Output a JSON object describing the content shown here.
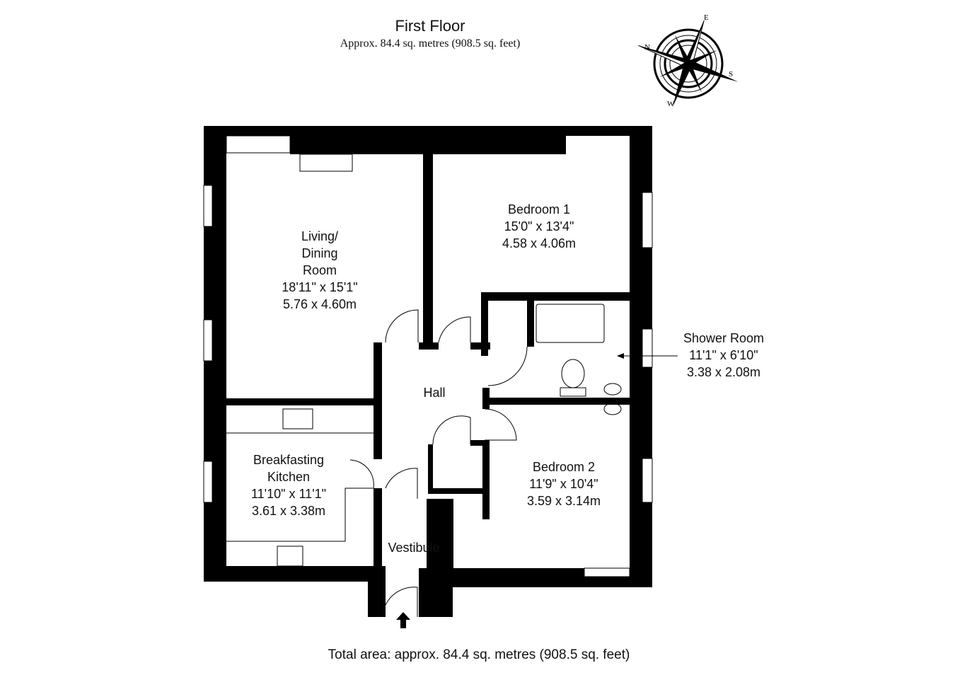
{
  "floor": {
    "title": "First Floor",
    "subtitle": "Approx. 84.4 sq. metres (908.5 sq. feet)",
    "total_area": "Total area: approx. 84.4 sq. metres (908.5 sq. feet)"
  },
  "compass": {
    "n": "N",
    "e": "E",
    "s": "S",
    "w": "W"
  },
  "rooms": [
    {
      "name": "Living/",
      "name2": "Dining",
      "name3": "Room",
      "imperial": "18'11\" x 15'1\"",
      "metric": "5.76 x 4.60m"
    },
    {
      "name": "Bedroom 1",
      "imperial": "15'0\" x 13'4\"",
      "metric": "4.58 x 4.06m"
    },
    {
      "name": "Shower Room",
      "imperial": "11'1\" x 6'10\"",
      "metric": "3.38 x 2.08m"
    },
    {
      "name": "Hall"
    },
    {
      "name": "Breakfasting",
      "name2": "Kitchen",
      "imperial": "11'10\" x 11'1\"",
      "metric": "3.61 x 3.38m"
    },
    {
      "name": "Bedroom 2",
      "imperial": "11'9\" x 10'4\"",
      "metric": "3.59 x 3.14m"
    },
    {
      "name": "Vestibule"
    }
  ]
}
